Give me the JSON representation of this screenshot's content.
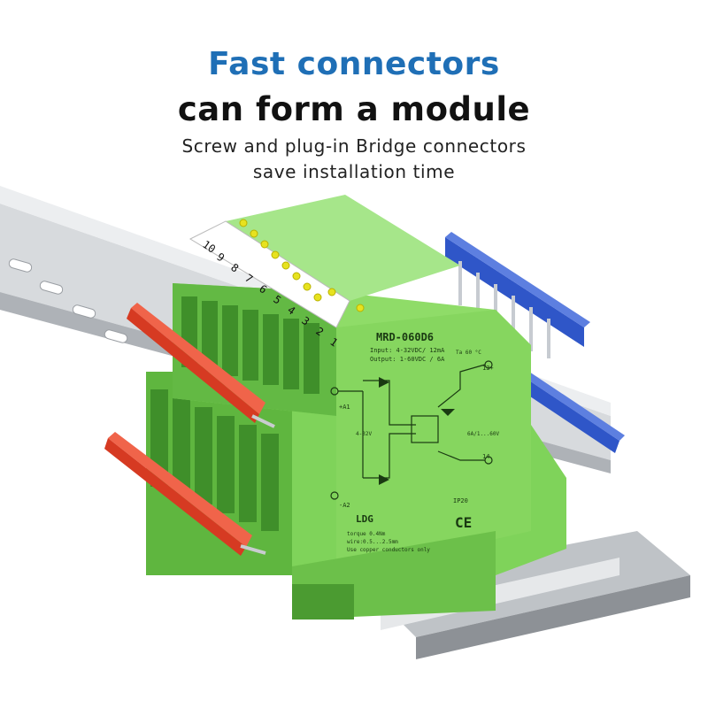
{
  "headline": {
    "line1": "Fast connectors",
    "line2": "can form a module",
    "sub1": "Screw and plug-in Bridge connectors",
    "sub2": "save installation time"
  },
  "colors": {
    "accent": "#1f6fb6",
    "housing_green": "#7fd35a",
    "housing_dark": "#4fa834",
    "bridge_red": "#e2472f",
    "bridge_blue": "#2f56c8",
    "rail": "#c9ccd0"
  },
  "module": {
    "model": "MRD-060D6",
    "input": "Input:  4-32VDC/ 12mA",
    "output": "Output: 1-60VDC / 6A",
    "temp": "Ta 60 °C",
    "terminal_a1": "+A1",
    "terminal_a2": "-A2",
    "terminal_13": "13+",
    "terminal_14": "14",
    "input_range": "4-32V",
    "output_range": "6A/1...60V",
    "ip": "IP20",
    "ce": "CE",
    "brand": "LDG",
    "torque": "torque 0.4Nm",
    "wire": "wire:0.5...2.5mm",
    "note": "Use copper conductors only"
  },
  "channel_numbers": [
    "10",
    "9",
    "8",
    "7",
    "6",
    "5",
    "4",
    "3",
    "2",
    "1"
  ],
  "icons": [
    "led-indicator-icon",
    "ce-mark-icon",
    "brand-logo-icon",
    "diode-symbol-icon"
  ]
}
